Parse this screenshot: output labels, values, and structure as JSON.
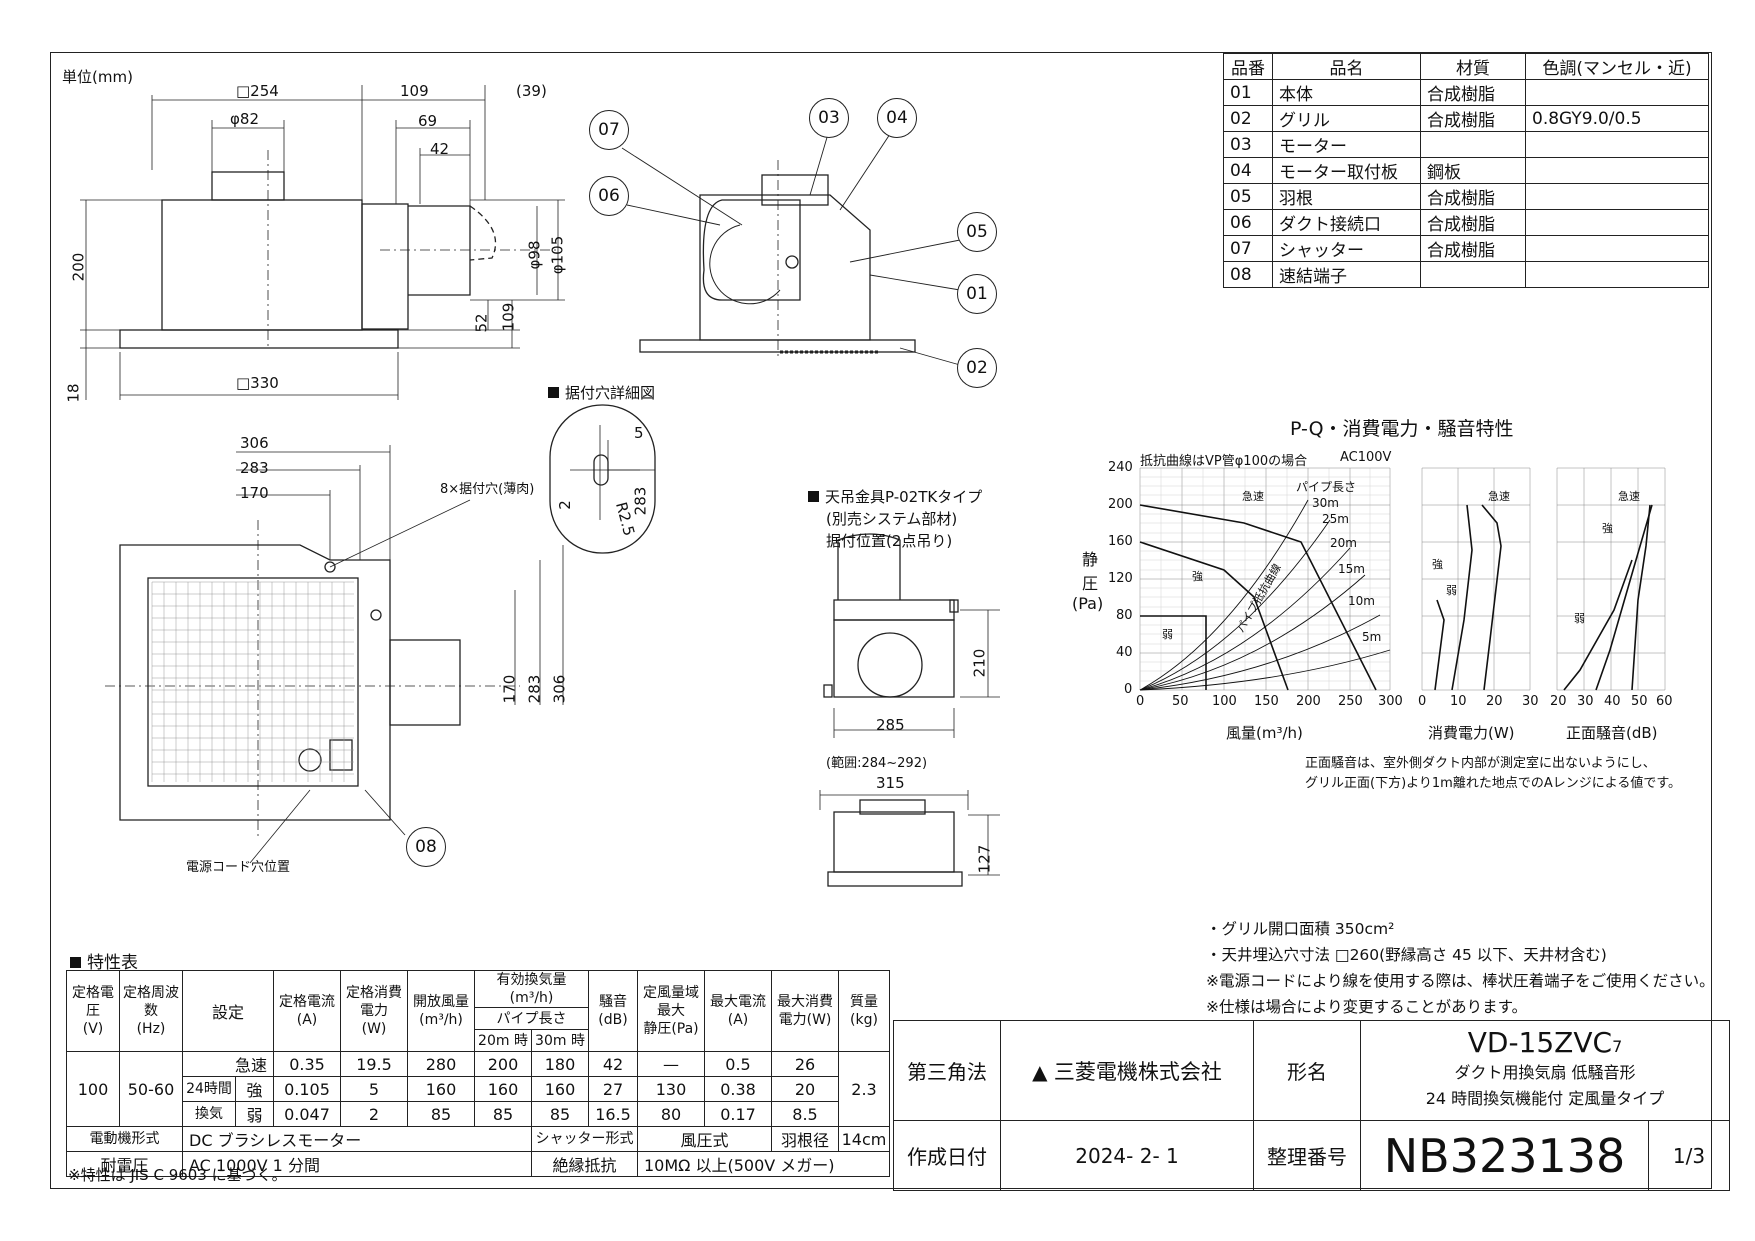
{
  "unit_label": "単位(mm)",
  "dims": {
    "sq254": "□254",
    "d109": "109",
    "d39": "(39)",
    "phi82": "φ82",
    "d69": "69",
    "d42": "42",
    "d200": "200",
    "phi98": "φ98",
    "phi105": "φ105",
    "d52": "52",
    "d109b": "109",
    "d18": "18",
    "sq330": "□330",
    "d306": "306",
    "d283": "283",
    "d170": "170",
    "v170": "170",
    "v283": "283",
    "v306": "306",
    "holes": "8×据付穴(薄肉)",
    "cord": "電源コード穴位置",
    "d5": "5",
    "d2": "2",
    "d283s": "283",
    "r25": "R2.5",
    "d210": "210",
    "d285": "285",
    "range": "(範囲:284~292)",
    "d315": "315",
    "d127": "127"
  },
  "detail_title": "据付穴詳細図",
  "hanger": {
    "title": "天吊金具P-02TKタイプ",
    "line2": "(別売システム部材)",
    "line3": "据付位置(2点吊り)"
  },
  "bubbles": [
    "07",
    "03",
    "04",
    "06",
    "05",
    "01",
    "02",
    "08"
  ],
  "parts": {
    "headers": [
      "品番",
      "品名",
      "材質",
      "色調(マンセル・近)"
    ],
    "rows": [
      [
        "01",
        "本体",
        "合成樹脂",
        ""
      ],
      [
        "02",
        "グリル",
        "合成樹脂",
        "0.8GY9.0/0.5"
      ],
      [
        "03",
        "モーター",
        "",
        ""
      ],
      [
        "04",
        "モーター取付板",
        "鋼板",
        ""
      ],
      [
        "05",
        "羽根",
        "合成樹脂",
        ""
      ],
      [
        "06",
        "ダクト接続口",
        "合成樹脂",
        ""
      ],
      [
        "07",
        "シャッター",
        "合成樹脂",
        ""
      ],
      [
        "08",
        "速結端子",
        "",
        ""
      ]
    ]
  },
  "pq": {
    "title": "P-Q・消費電力・騒音特性",
    "note": "抵抗曲線はVP管φ100の場合",
    "ac": "AC100V",
    "ylabel1": "静",
    "ylabel2": "圧",
    "ylabel3": "(Pa)",
    "y_ticks": [
      "240",
      "200",
      "160",
      "120",
      "80",
      "40",
      "0"
    ],
    "x1_ticks": [
      "0",
      "50",
      "100",
      "150",
      "200",
      "250",
      "300"
    ],
    "x2_ticks": [
      "0",
      "10",
      "20",
      "30"
    ],
    "x3_ticks": [
      "20",
      "30",
      "40",
      "50",
      "60"
    ],
    "xlabel1": "風量(m³/h)",
    "xlabel2": "消費電力(W)",
    "xlabel3": "正面騒音(dB)",
    "labels": {
      "kyusoku": "急速",
      "kyo": "強",
      "jaku": "弱",
      "pipe": "パイプ長さ",
      "l30": "30m",
      "l25": "25m",
      "l20": "20m",
      "l15": "15m",
      "l10": "10m",
      "l5": "5m",
      "curve": "パイプ抵抗曲線"
    },
    "footnote1": "正面騒音は、室外側ダクト内部が測定室に出ないようにし、",
    "footnote2": "グリル正面(下方)より1m離れた地点でのAレンジによる値です。"
  },
  "notes": [
    "・グリル開口面積 350cm²",
    "・天井埋込穴寸法 □260(野縁高さ 45 以下、天井材含む)",
    "※電源コードにより線を使用する際は、棒状圧着端子をご使用ください。",
    "※仕様は場合により変更することがあります。"
  ],
  "spec": {
    "title": "特性表",
    "h_voltage": "定格電圧\n(V)",
    "h_freq": "定格周波数\n(Hz)",
    "h_setting": "設定",
    "h_current": "定格電流\n(A)",
    "h_power": "定格消費電力\n(W)",
    "h_open": "開放風量\n(m³/h)",
    "h_eff": "有効換気量\n(m³/h)",
    "h_pipe": "パイプ長さ",
    "h_20": "20m 時",
    "h_30": "30m 時",
    "h_noise": "騒音\n(dB)",
    "h_static": "定風量域最大\n静圧(Pa)",
    "h_maxcur": "最大電流\n(A)",
    "h_maxpow": "最大消費\n電力(W)",
    "h_mass": "質量\n(kg)",
    "voltage": "100",
    "freq": "50-60",
    "mass": "2.3",
    "h24": "24時間",
    "kanki": "換気",
    "rows": [
      {
        "mode": "急速",
        "current": "0.35",
        "power": "19.5",
        "open": "280",
        "q20": "200",
        "q30": "180",
        "noise": "42",
        "static": "—",
        "maxcur": "0.5",
        "maxpow": "26"
      },
      {
        "mode": "強",
        "current": "0.105",
        "power": "5",
        "open": "160",
        "q20": "160",
        "q30": "160",
        "noise": "27",
        "static": "130",
        "maxcur": "0.38",
        "maxpow": "20"
      },
      {
        "mode": "弱",
        "current": "0.047",
        "power": "2",
        "open": "85",
        "q20": "85",
        "q30": "85",
        "noise": "16.5",
        "static": "80",
        "maxcur": "0.17",
        "maxpow": "8.5"
      }
    ],
    "motor_label": "電動機形式",
    "motor_value": "DC ブラシレスモーター",
    "shutter_label": "シャッター形式",
    "shutter_value": "風圧式",
    "blade_label": "羽根径",
    "blade_value": "14cm",
    "withstand_label": "耐電圧",
    "withstand_value": "AC 1000V 1 分間",
    "insul_label": "絶縁抵抗",
    "insul_value": "10MΩ 以上(500V メガー)",
    "footnote": "※特性は JIS C 9603 に基づく。"
  },
  "title_block": {
    "projection": "第三角法",
    "company": "三菱電機株式会社",
    "model_label": "形名",
    "model": "VD-15ZVC",
    "model_sub": "7",
    "desc1": "ダクト用換気扇 低騒音形",
    "desc2": "24 時間換気機能付 定風量タイプ",
    "date_label": "作成日付",
    "date": "2024- 2- 1",
    "ref_label": "整理番号",
    "ref": "NB323138",
    "page": "1/3"
  }
}
